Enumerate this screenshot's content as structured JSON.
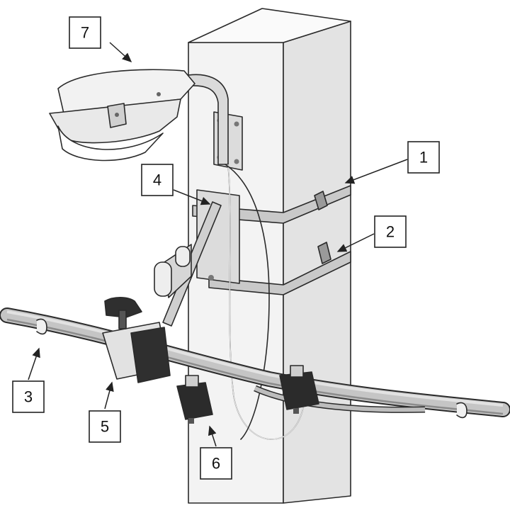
{
  "callouts": [
    {
      "id": "1",
      "label": "1"
    },
    {
      "id": "2",
      "label": "2"
    },
    {
      "id": "3",
      "label": "3"
    },
    {
      "id": "4",
      "label": "4"
    },
    {
      "id": "5",
      "label": "5"
    },
    {
      "id": "6",
      "label": "6"
    },
    {
      "id": "7",
      "label": "7"
    }
  ],
  "colors": {
    "pole_front": "#f3f3f3",
    "pole_side": "#e2e2e2",
    "band": "#c9c9c9",
    "cable": "#bdbdbd",
    "clamp": "#2b2b2b",
    "lamp": "#efefef"
  }
}
